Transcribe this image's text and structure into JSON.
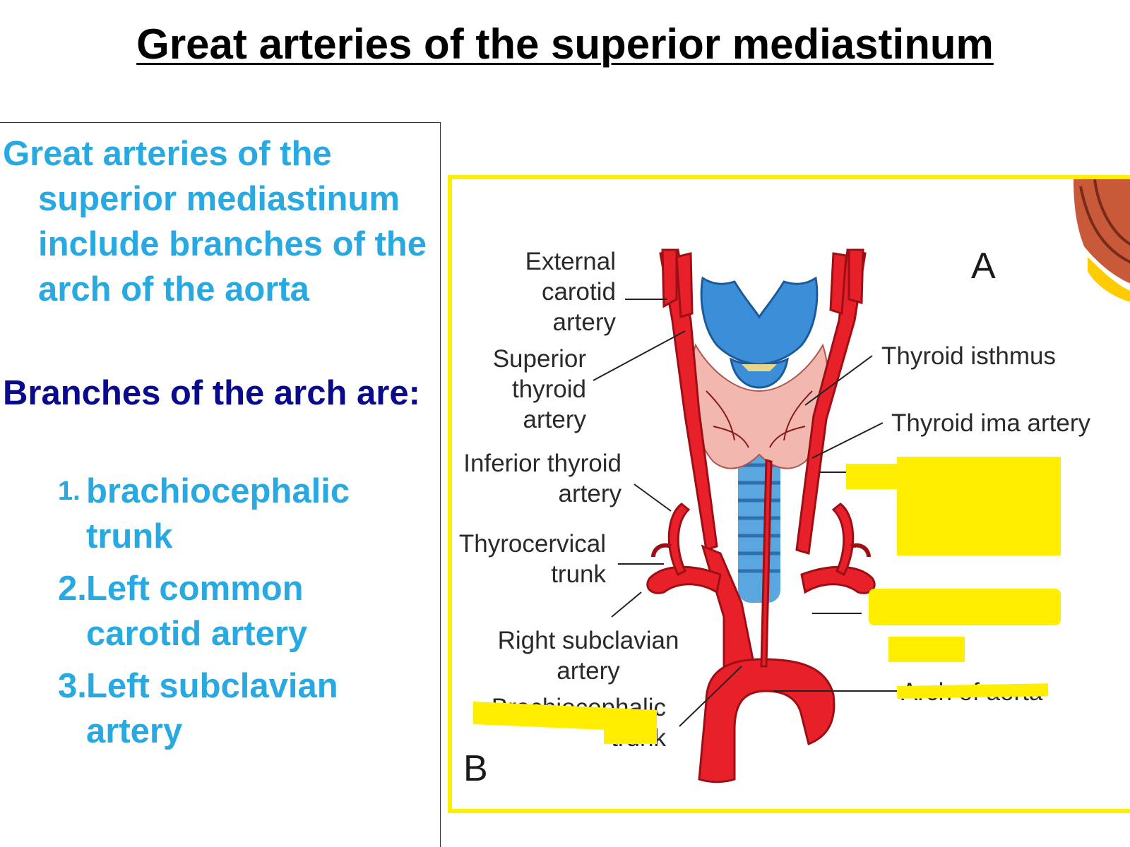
{
  "title": "Great arteries of the superior mediastinum",
  "intro_text": "Great arteries of the superior mediastinum include branches of the arch of the aorta",
  "branches_heading": "Branches of the arch are:",
  "branches": [
    {
      "number": "1.",
      "label": "brachiocephalic trunk"
    },
    {
      "number": "2.",
      "label": "Left common carotid artery"
    },
    {
      "number": "3.",
      "label": "Left subclavian artery"
    }
  ],
  "figure": {
    "panel_a": "A",
    "panel_b": "B",
    "labels": {
      "external_carotid": [
        "External",
        "carotid",
        "artery"
      ],
      "superior_thyroid": [
        "Superior",
        "thyroid",
        "artery"
      ],
      "inferior_thyroid": [
        "Inferior thyroid",
        "artery"
      ],
      "thyrocervical": [
        "Thyrocervical",
        "trunk"
      ],
      "right_subclavian": [
        "Right subclavian",
        "artery"
      ],
      "brachiocephalic": [
        "Brachiocephalic",
        "trunk"
      ],
      "thyroid_isthmus": "Thyroid isthmus",
      "thyroid_ima": "Thyroid ima artery",
      "arch_of_aorta": "Arch of aorta"
    },
    "colors": {
      "artery": "#e8202a",
      "cartilage": "#3a8fd8",
      "thyroid": "#f2b8b0",
      "highlight": "#ffee00",
      "frame": "#ffee00"
    }
  }
}
